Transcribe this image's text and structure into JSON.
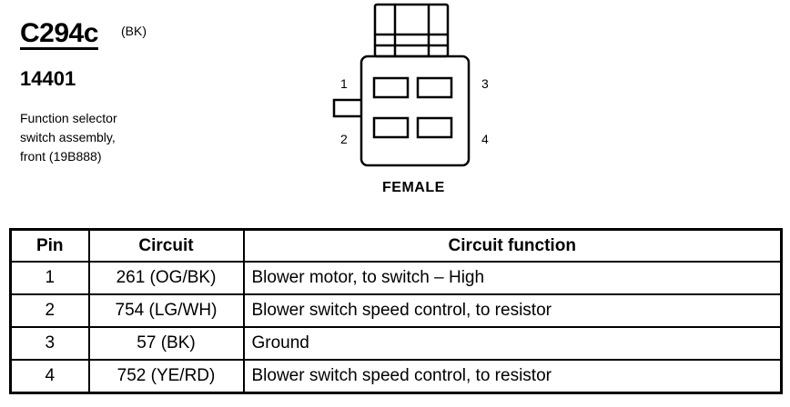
{
  "connector": {
    "id": "C294c",
    "color": "(BK)",
    "part_number": "14401",
    "description": [
      "Function selector",
      "switch assembly,",
      "front (19B888)"
    ],
    "gender": "FEMALE",
    "pin_labels": [
      "1",
      "2",
      "3",
      "4"
    ]
  },
  "table": {
    "headers": [
      "Pin",
      "Circuit",
      "Circuit function"
    ],
    "rows": [
      {
        "pin": "1",
        "circuit": "261 (OG/BK)",
        "function": "Blower motor, to switch – High"
      },
      {
        "pin": "2",
        "circuit": "754 (LG/WH)",
        "function": "Blower switch speed control, to resistor"
      },
      {
        "pin": "3",
        "circuit": "57 (BK)",
        "function": "Ground"
      },
      {
        "pin": "4",
        "circuit": "752 (YE/RD)",
        "function": "Blower switch speed control, to resistor"
      }
    ]
  }
}
